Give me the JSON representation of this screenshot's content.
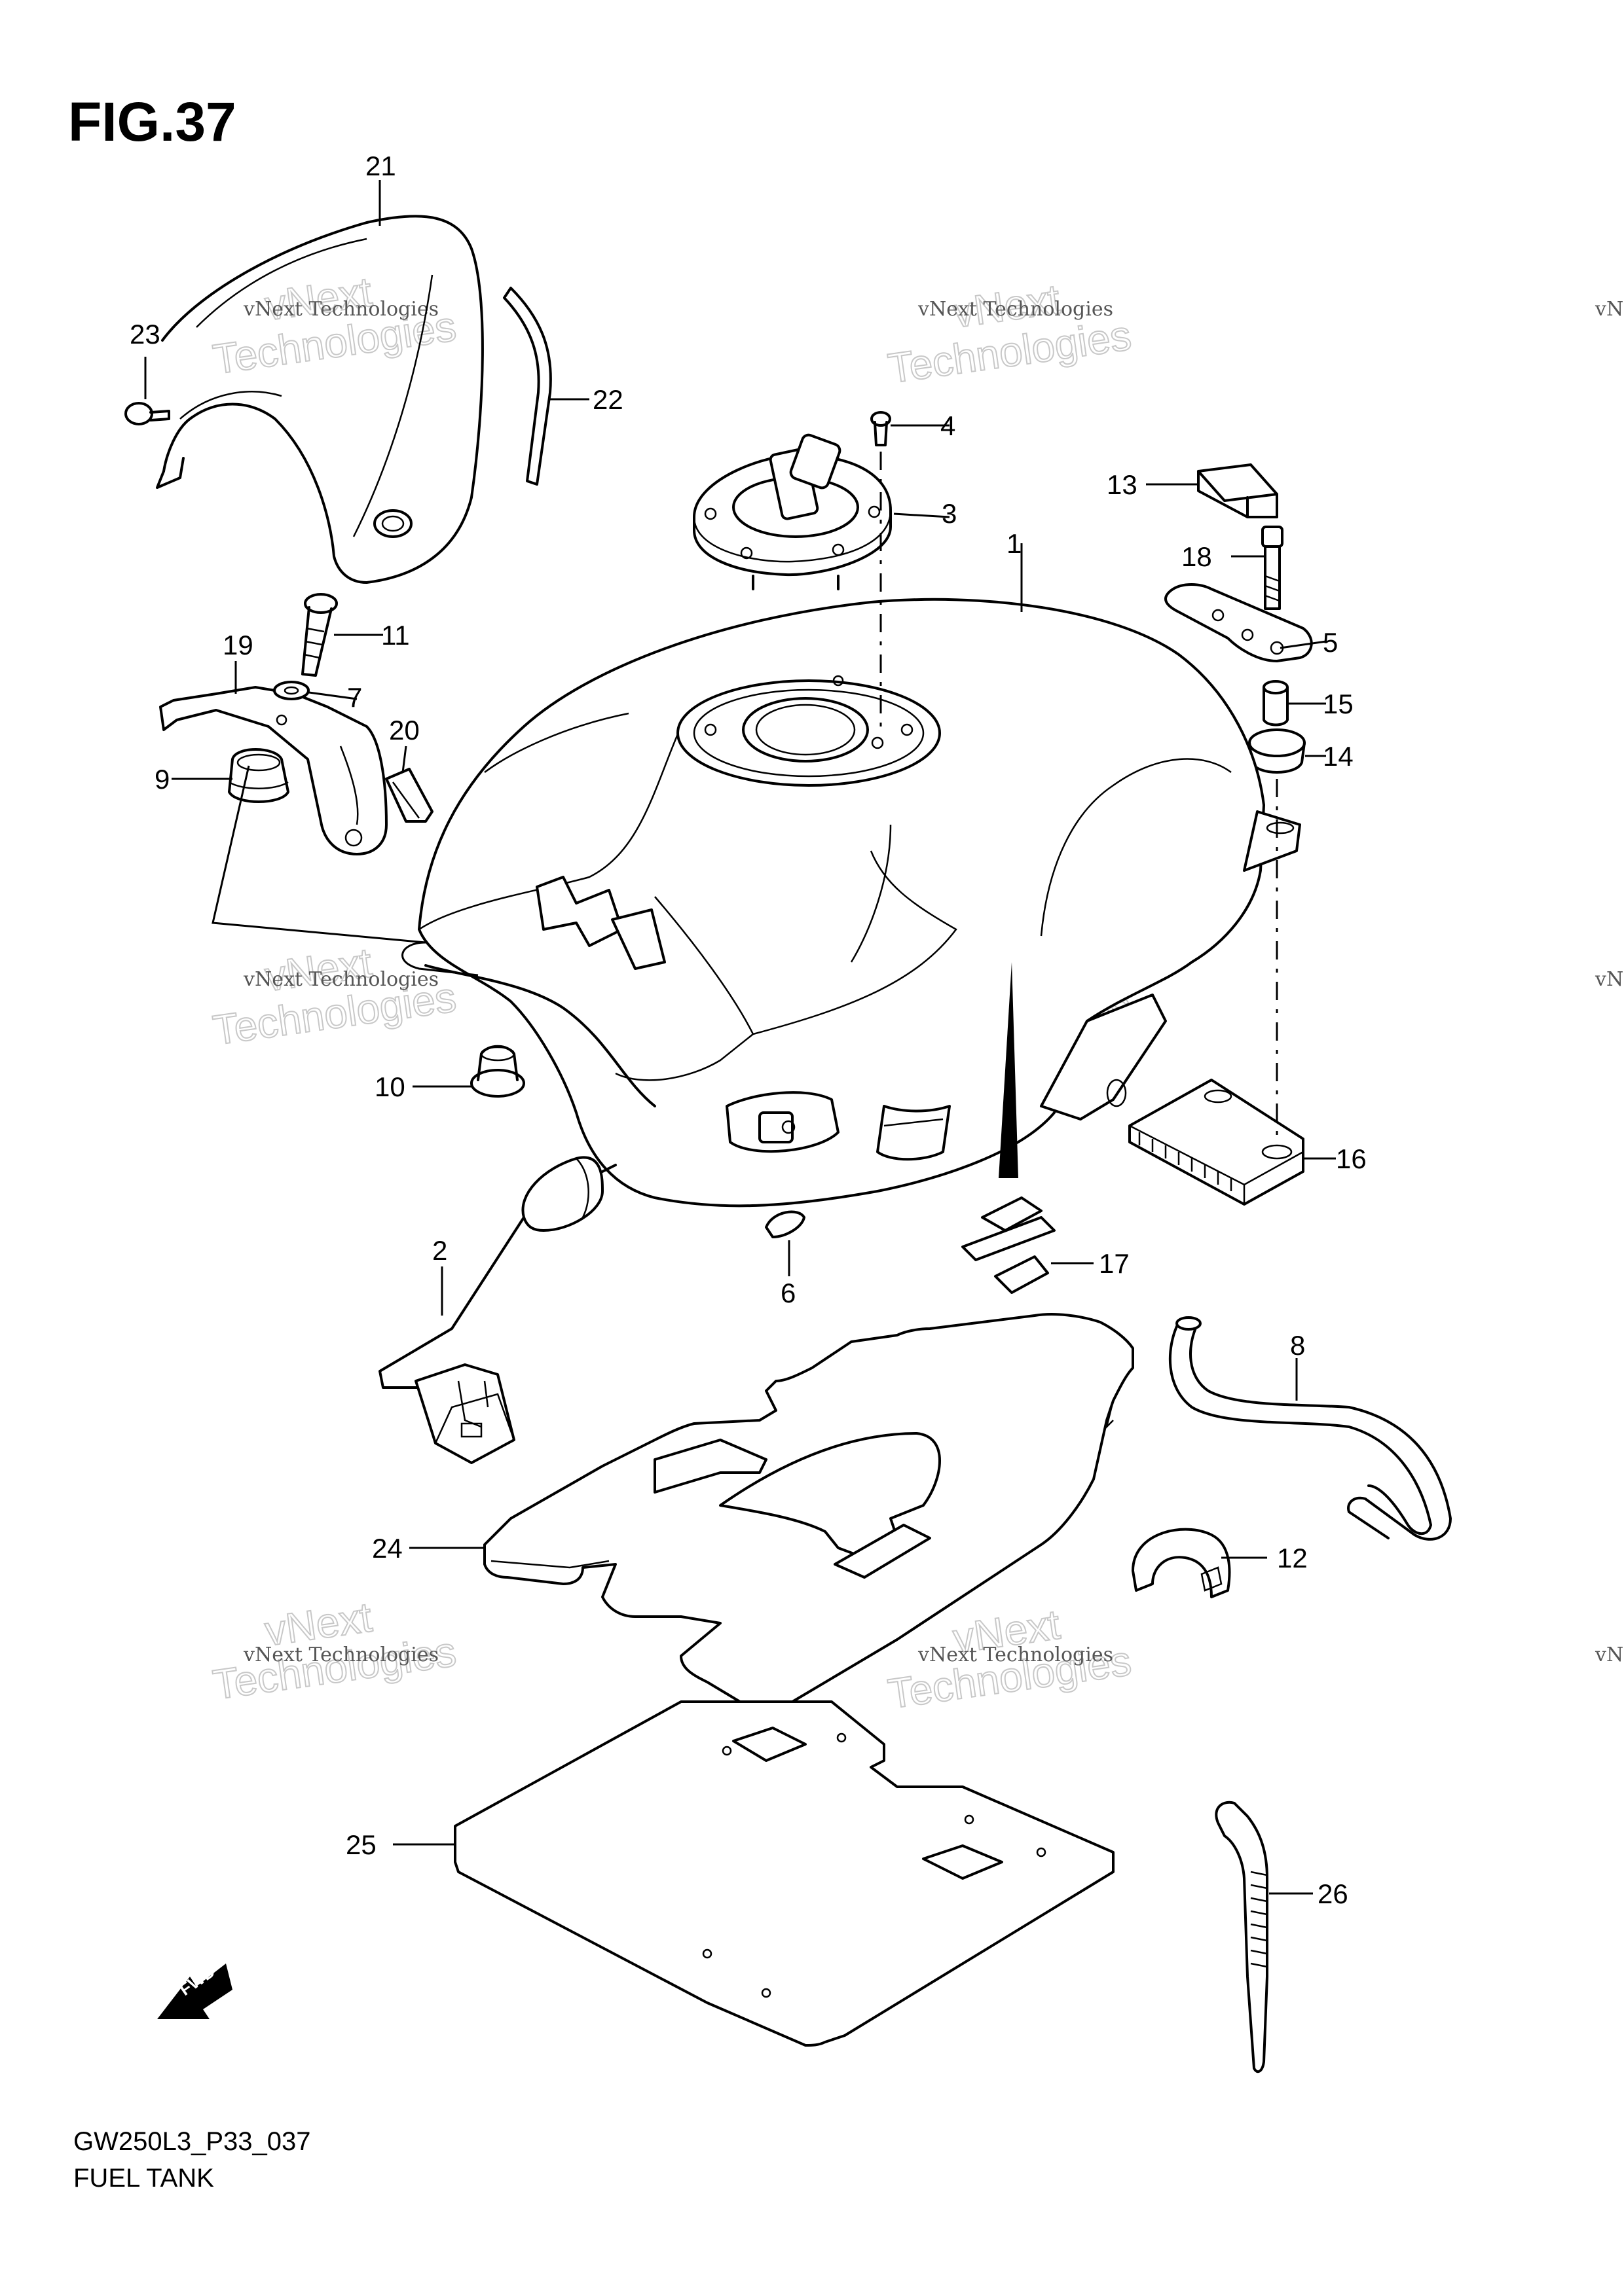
{
  "figure": {
    "title": "FIG.37",
    "model_code": "GW250L3_P33_037",
    "caption": "FUEL TANK"
  },
  "watermark": {
    "line1": "vNext Technologies",
    "line2": "vNext",
    "line3": "Technologies"
  },
  "callouts": [
    "1",
    "2",
    "3",
    "4",
    "5",
    "6",
    "7",
    "8",
    "9",
    "10",
    "11",
    "12",
    "13",
    "14",
    "15",
    "16",
    "17",
    "18",
    "19",
    "20",
    "21",
    "22",
    "23",
    "24",
    "25",
    "26"
  ],
  "fwd_label": "FWD"
}
